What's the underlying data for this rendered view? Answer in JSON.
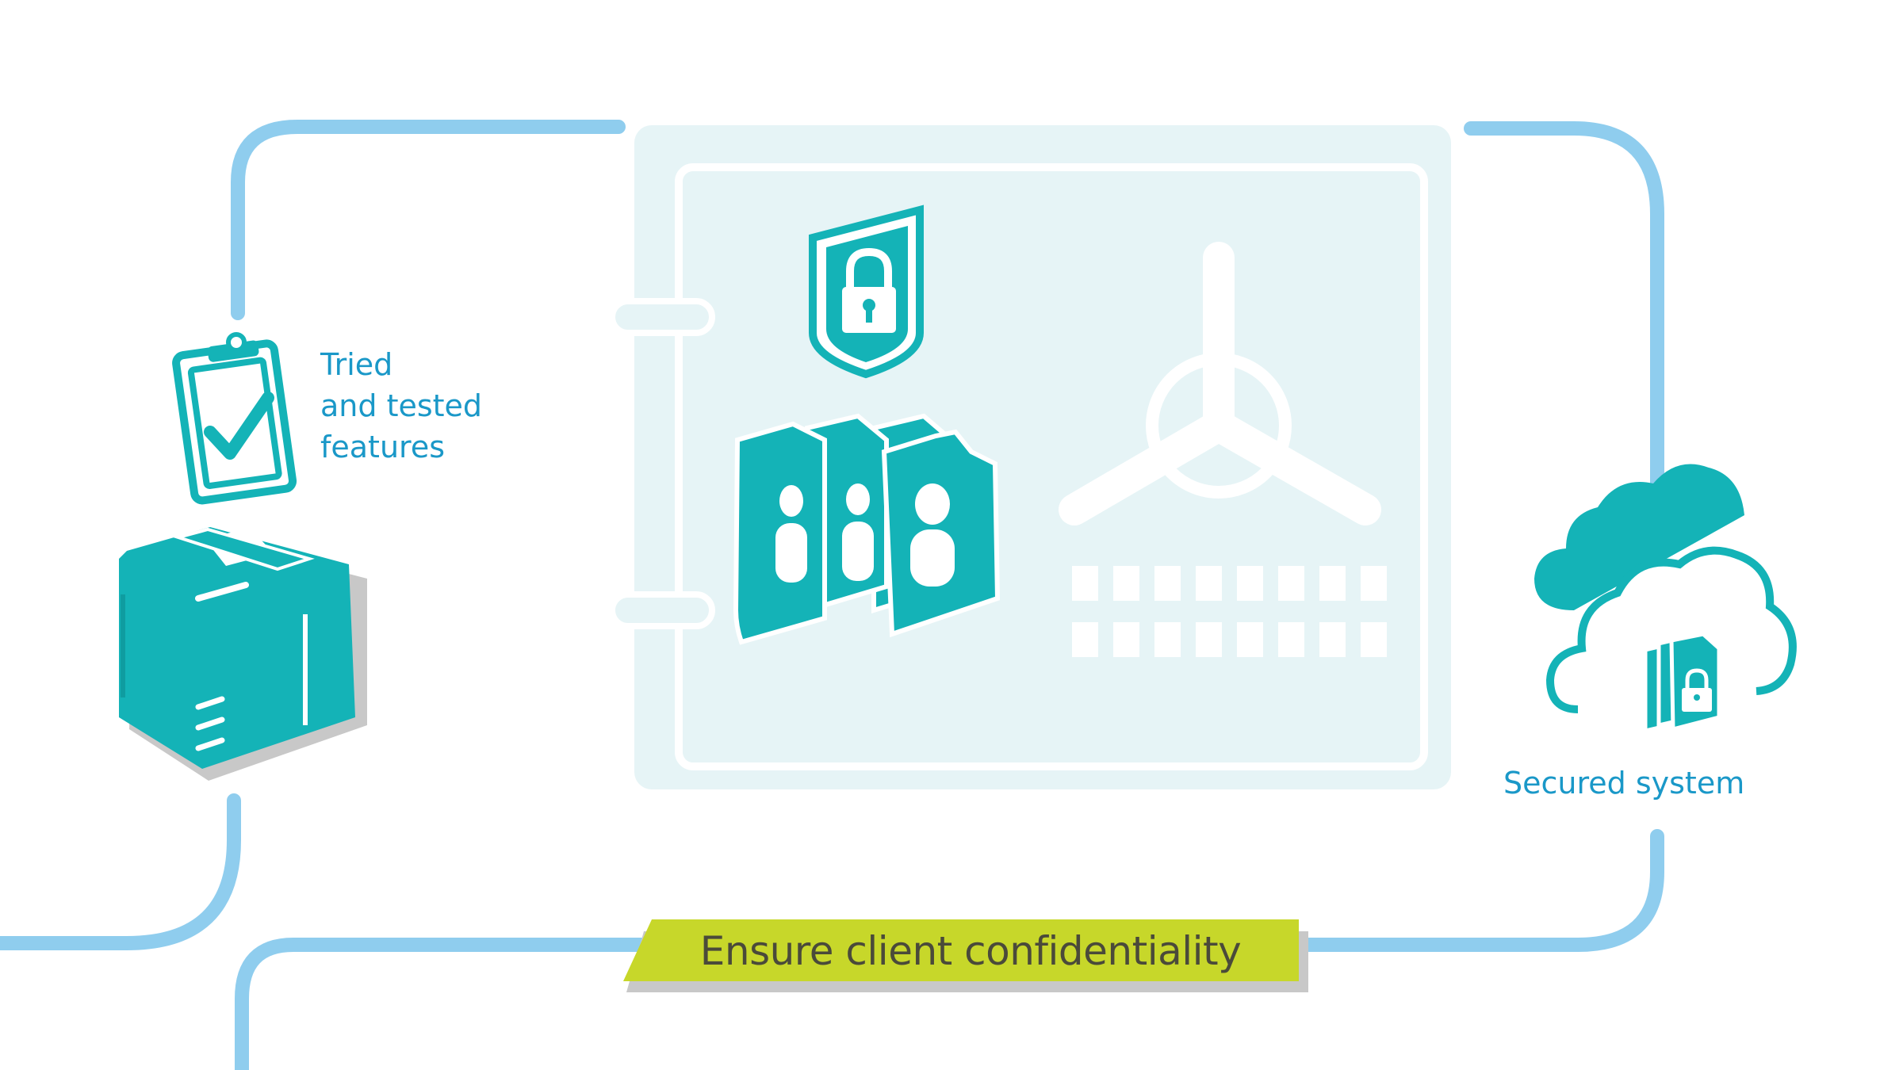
{
  "features": {
    "line1": "Tried",
    "line2": "and tested",
    "line3": "features"
  },
  "cloud": {
    "label": "Secured system"
  },
  "banner": {
    "text": "Ensure client confidentiality"
  },
  "icons": {
    "clipboard": "clipboard-check-icon",
    "printer": "printer-icon",
    "shield": "shield-lock-icon",
    "documents": "user-documents-icon",
    "safe": "vault-safe-icon",
    "cloud": "cloud-lock-icon"
  },
  "colors": {
    "teal": "#14b3b7",
    "line_blue": "#8fcdee",
    "label_blue": "#1a98c8",
    "safe_fill": "#e6f4f6",
    "banner_green": "#c7d72a"
  }
}
